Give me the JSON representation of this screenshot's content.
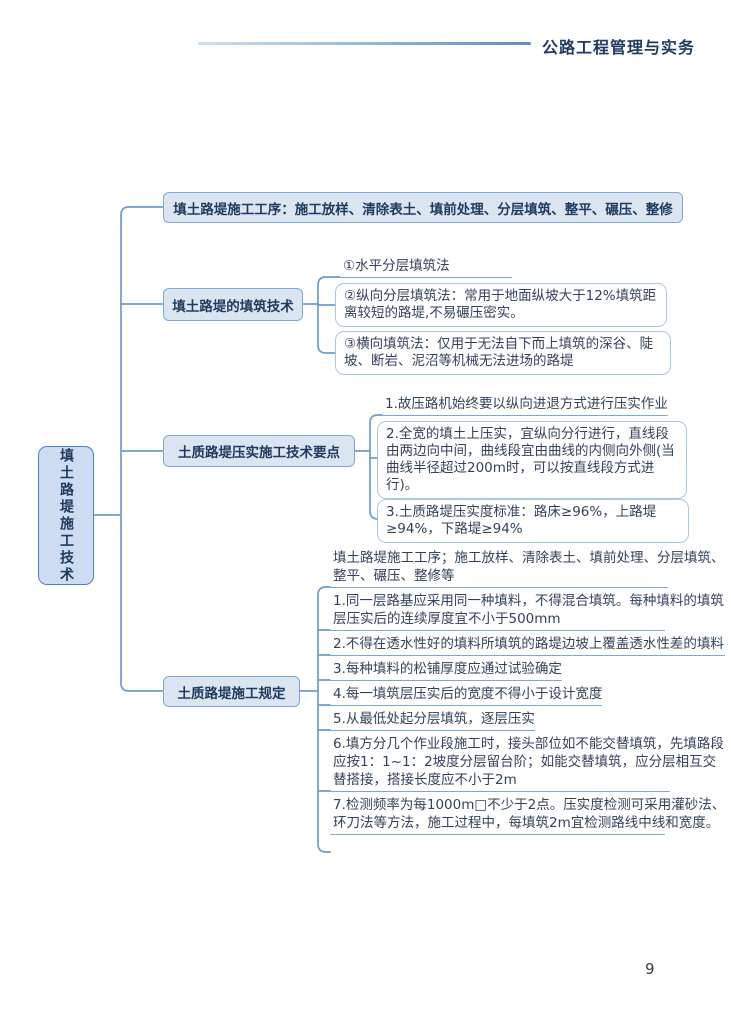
{
  "header": {
    "title": "公路工程管理与实务"
  },
  "page_number": "9",
  "colors": {
    "accent_line": "#6f9cc9",
    "node_fill": "#dbe5f1",
    "root_fill": "#cddcf0",
    "node_border": "#7da7d8",
    "box_border": "#a9c6e5",
    "text_navy": "#1f3a5f",
    "body_text": "#33425b"
  },
  "mindmap": {
    "root": {
      "label": "填土路堤施工技术"
    },
    "branch1": {
      "label": "填土路堤施工工序：施工放样、清除表土、填前处理、分层填筑、整平、碾压、整修"
    },
    "branch2": {
      "label": "填土路堤的填筑技术",
      "items": [
        {
          "text": "①水平分层填筑法"
        },
        {
          "text": "②纵向分层填筑法：常用于地面纵坡大于12%填筑距离较短的路堤,不易碾压密实。"
        },
        {
          "text": "③横向填筑法：仅用于无法自下而上填筑的深谷、陡坡、断岩、泥沼等机械无法进场的路堤"
        }
      ]
    },
    "branch3": {
      "label": "土质路堤压实施工技术要点",
      "items": [
        {
          "text": "1.故压路机始终要以纵向进退方式进行压实作业"
        },
        {
          "text": "2.全宽的填土上压实，宜纵向分行进行，直线段由两边向中间，曲线段宜由曲线的内侧向外侧(当曲线半径超过200m时，可以按直线段方式进行)。"
        },
        {
          "text": "3.土质路堤压实度标准：路床≥96%，上路堤≥94%，下路堤≥94%"
        }
      ]
    },
    "branch4": {
      "label": "土质路堤施工规定",
      "items": [
        {
          "text": "填土路堤施工工序；施工放样、清除表土、填前处理、分层填筑、整平、碾压、整修等"
        },
        {
          "text": "1.同一层路基应采用同一种填料，不得混合填筑。每种填料的填筑层压实后的连续厚度宜不小于500mm"
        },
        {
          "text": "2.不得在透水性好的填料所填筑的路堤边坡上覆盖透水性差的填料"
        },
        {
          "text": "3.每种填料的松铺厚度应通过试验确定"
        },
        {
          "text": "4.每一填筑层压实后的宽度不得小于设计宽度"
        },
        {
          "text": "5.从最低处起分层填筑，逐层压实"
        },
        {
          "text": "6.填方分几个作业段施工时，接头部位如不能交替填筑，先填路段应按1：1~1：2坡度分层留台阶；如能交替填筑，应分层相互交替搭接，搭接长度应不小于2m"
        },
        {
          "text": "7.检测频率为每1000m□不少于2点。压实度检测可采用灌砂法、环刀法等方法，施工过程中，每填筑2m宜检测路线中线和宽度。"
        }
      ]
    }
  }
}
